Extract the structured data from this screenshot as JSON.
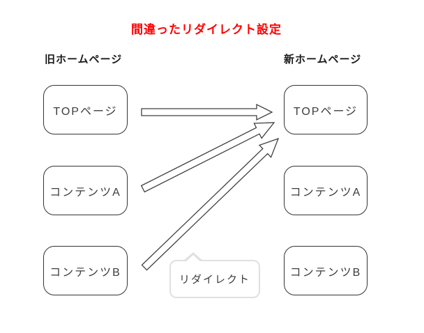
{
  "title": {
    "text": "間違ったリダイレクト設定",
    "color": "#ff0000"
  },
  "columns": {
    "old": {
      "header": "旧ホームページ",
      "boxes": [
        "TOPページ",
        "コンテンツA",
        "コンテンツB"
      ]
    },
    "new": {
      "header": "新ホームページ",
      "boxes": [
        "TOPページ",
        "コンテンツA",
        "コンテンツB"
      ]
    }
  },
  "arrows": [
    {
      "from": "old-top-page",
      "to": "new-top-page"
    },
    {
      "from": "old-content-a",
      "to": "new-top-page"
    },
    {
      "from": "old-content-b",
      "to": "new-top-page"
    }
  ],
  "callout": {
    "label": "リダイレクト"
  },
  "colors": {
    "title_red": "#ff0000",
    "node_border": "#333333",
    "node_text": "#3d3d3d",
    "arrow_stroke": "#3f3f3f",
    "bubble_border": "#e0e0e0",
    "background": "#ffffff"
  }
}
